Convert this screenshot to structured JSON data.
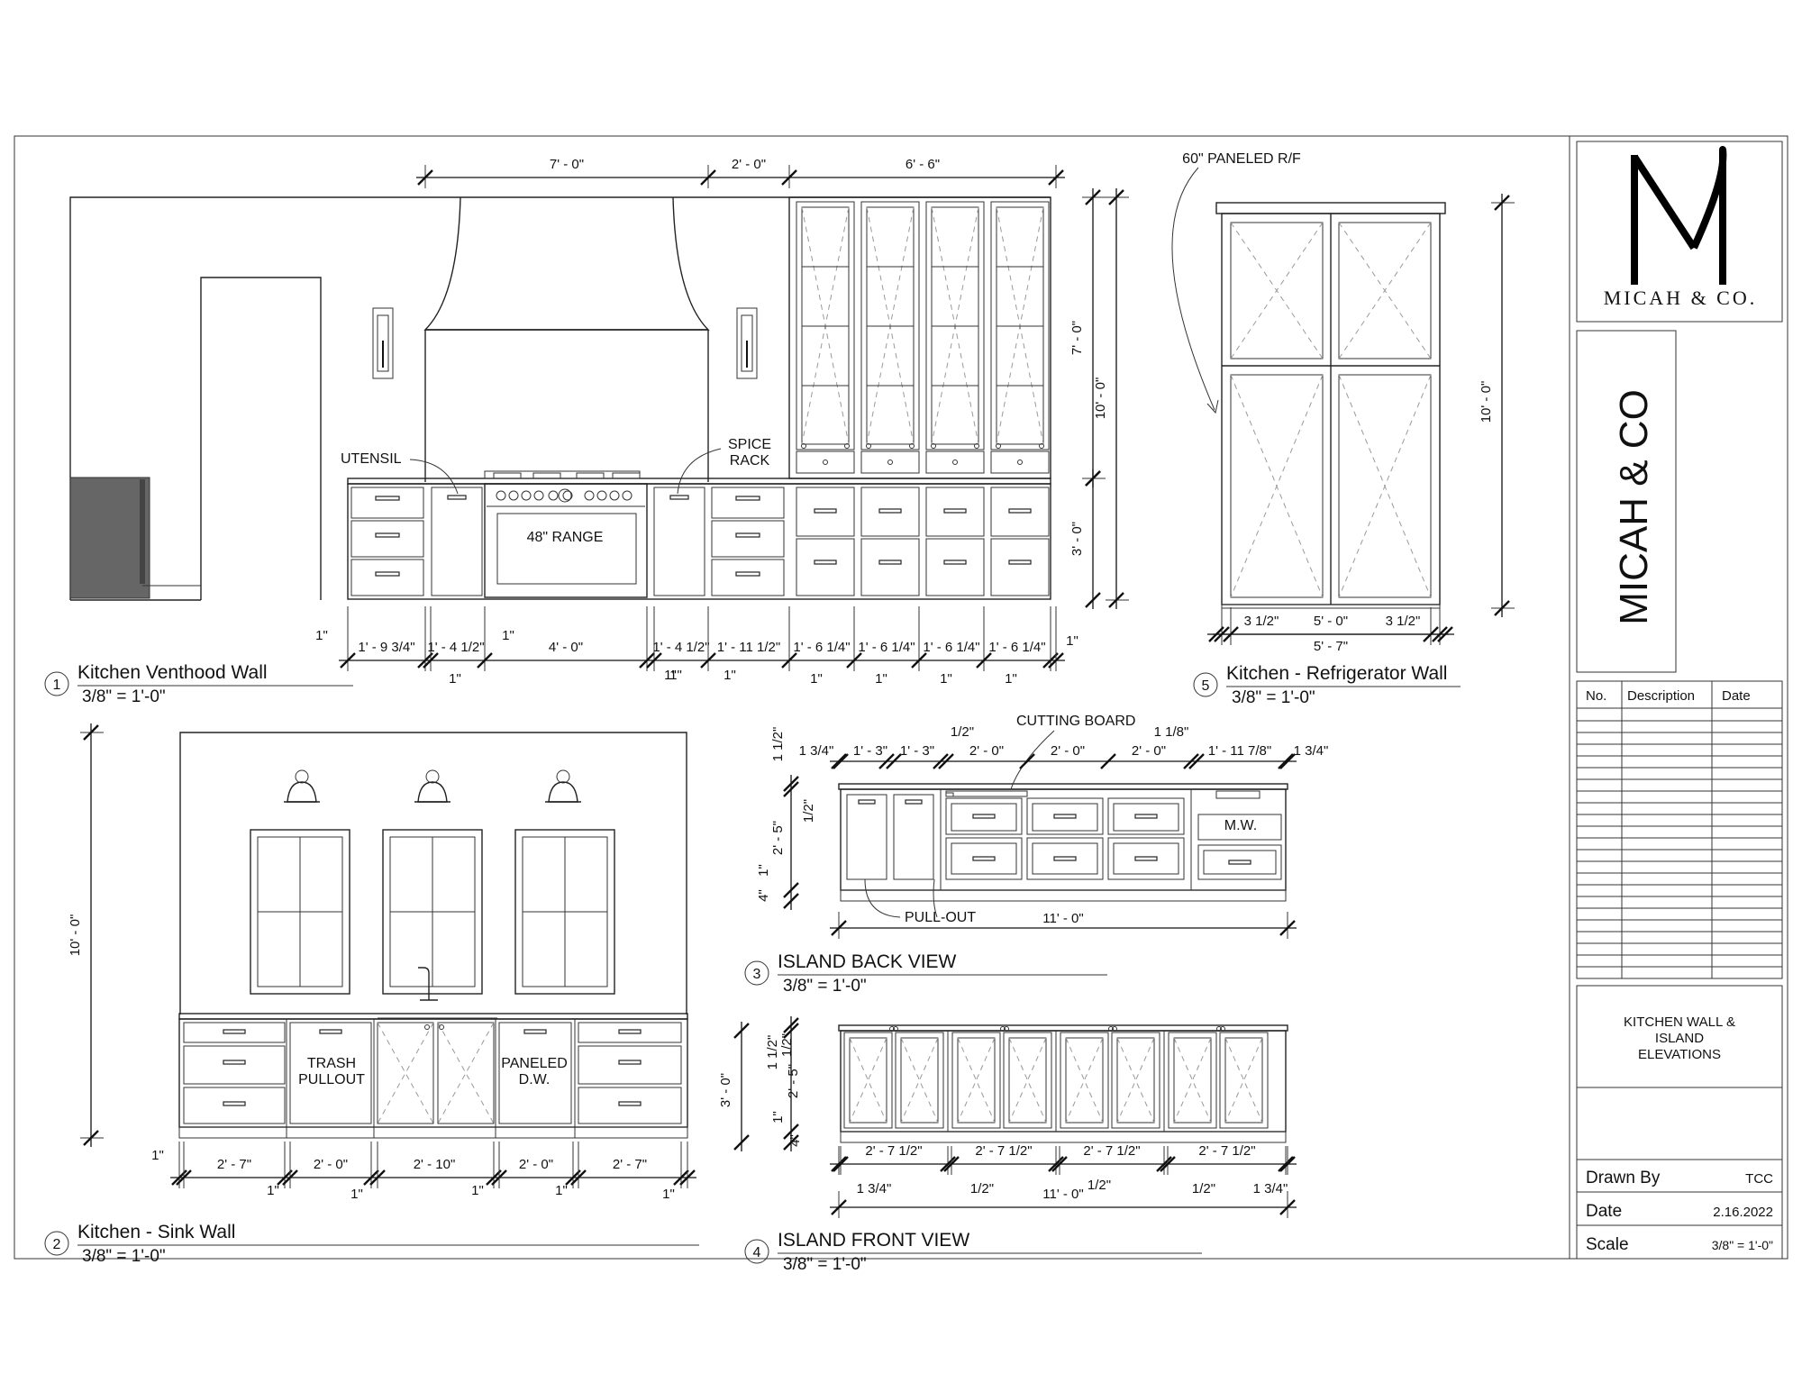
{
  "sheet": {
    "title_lines": [
      "KITCHEN WALL &",
      "ISLAND",
      "ELEVATIONS"
    ],
    "vertical_name": "MICAH & CO",
    "revision_headers": {
      "no": "No.",
      "description": "Description",
      "date": "Date"
    },
    "drawn_by_label": "Drawn By",
    "drawn_by_value": "TCC",
    "date_label": "Date",
    "date_value": "2.16.2022",
    "scale_label": "Scale",
    "scale_value": "3/8\" = 1'-0\""
  },
  "logo": {
    "wordmark": "MICAH & CO."
  },
  "view1": {
    "number": "1",
    "title": "Kitchen Venthood Wall",
    "scale": "3/8\" = 1'-0\"",
    "labels": {
      "utensil": "UTENSIL",
      "spice_1": "SPICE",
      "spice_2": "RACK",
      "range": "48\" RANGE"
    },
    "top_dims": [
      "7' - 0\"",
      "2' - 0\"",
      "6' - 6\""
    ],
    "side_dims": [
      "7' - 0\"",
      "10' - 0\"",
      "3' - 0\""
    ],
    "bottom_dims": [
      "1' - 9 3/4\"",
      "1' - 4 1/2\"",
      "4' - 0\"",
      "1' - 4 1/2\"",
      "1' - 11 1/2\"",
      "1' - 6 1/4\"",
      "1' - 6 1/4\"",
      "1' - 6 1/4\"",
      "1' - 6 1/4\""
    ],
    "one_inch": "1\""
  },
  "view2": {
    "number": "2",
    "title": "Kitchen - Sink Wall",
    "scale": "3/8\" = 1'-0\"",
    "labels": {
      "trash_1": "TRASH",
      "trash_2": "PULLOUT",
      "paneled_1": "PANELED",
      "paneled_2": "D.W."
    },
    "height_dim": "10' - 0\"",
    "bottom_dims": [
      "2' - 7\"",
      "2' - 0\"",
      "2' - 10\"",
      "2' - 0\"",
      "2' - 7\""
    ],
    "one_inch": "1\""
  },
  "view3": {
    "number": "3",
    "title": "ISLAND BACK VIEW",
    "scale": "3/8\" = 1'-0\"",
    "labels": {
      "cutting_board": "CUTTING BOARD",
      "mw": "M.W.",
      "pullout": "PULL-OUT"
    },
    "top_dims": [
      "1 3/4\"",
      "1' - 3\"",
      "1' - 3\"",
      "1/2\"",
      "2' - 0\"",
      "2' - 0\"",
      "2' - 0\"",
      "1 1/8\"",
      "1' - 11 7/8\"",
      "1 3/4\""
    ],
    "side_dims": [
      "1 1/2\"",
      "1/2\"",
      "2' - 5\"",
      "1\"",
      "4\""
    ],
    "overall": "11' - 0\""
  },
  "view4": {
    "number": "4",
    "title": "ISLAND FRONT VIEW",
    "scale": "3/8\" = 1'-0\"",
    "side_dims": [
      "3' - 0\"",
      "1 1/2\"",
      "1/2\"",
      "2' - 5\"",
      "1\"",
      "4\""
    ],
    "bottom_dims": [
      "2' - 7 1/2\"",
      "2' - 7 1/2\"",
      "2' - 7 1/2\"",
      "2' - 7 1/2\""
    ],
    "small_dims": [
      "1 3/4\"",
      "1/2\"",
      "1/2\"",
      "1/2\"",
      "1 3/4\""
    ],
    "overall": "11' - 0\""
  },
  "view5": {
    "number": "5",
    "title": "Kitchen - Refrigerator Wall",
    "scale": "3/8\" = 1'-0\"",
    "labels": {
      "paneled_rf": "60\" PANELED R/F"
    },
    "height_dim": "10' - 0\"",
    "bottom_dims": [
      "3 1/2\"",
      "5' - 0\"",
      "3 1/2\""
    ],
    "overall": "5' - 7\""
  }
}
